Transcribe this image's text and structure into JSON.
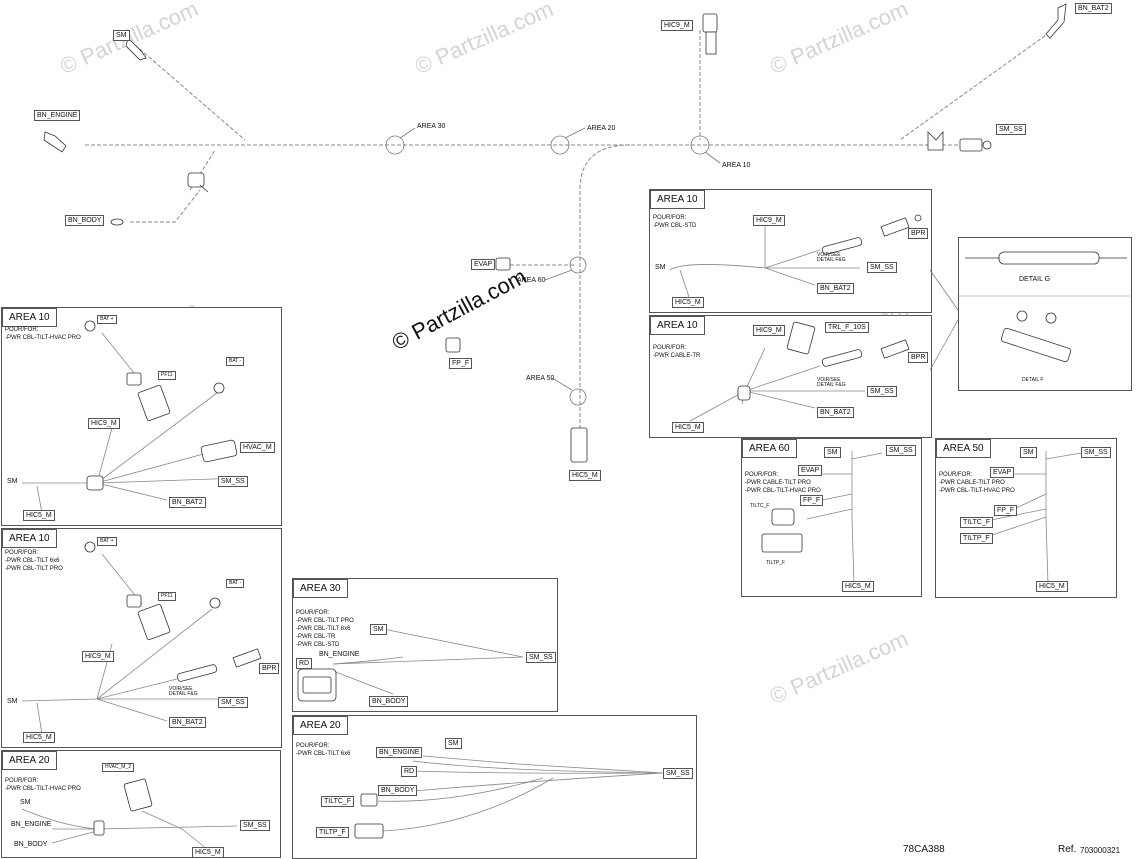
{
  "watermark": "© Partzilla.com",
  "brand_text": "© Partzilla.com",
  "footer": {
    "code": "78CA388",
    "ref_label": "Ref.",
    "ref_value": "703000321"
  },
  "main": {
    "labels": [
      "SM",
      "BN_ENGINE",
      "BN_BODY",
      "HIC9_M",
      "BN_BAT2",
      "SM_SS",
      "AREA 30",
      "AREA 20",
      "AREA 10",
      "EVAP",
      "AREA 60",
      "FP_F",
      "AREA 50",
      "HIC5_M"
    ]
  },
  "detail": {
    "g_title": "DETAIL G",
    "f_title": "DETAIL F"
  },
  "panels": {
    "a10_std": {
      "title": "AREA 10",
      "pour": "POUR/FOR:\n-PWR CBL-STD",
      "labels": [
        "HIC9_M",
        "BPR",
        "SM",
        "SM_SS",
        "BN_BAT2",
        "HIC5_M"
      ],
      "note": "VOIR/SEE\nDETAIL F&G"
    },
    "a10_tr": {
      "title": "AREA 10",
      "pour": "POUR/FOR:\n-PWR CABLE-TR",
      "labels": [
        "HIC9_M",
        "TRL_F_10S",
        "BPR",
        "SM_SS",
        "BN_BAT2",
        "HIC5_M"
      ],
      "note": "VOIR/SEE\nDETAIL F&G"
    },
    "a60": {
      "title": "AREA 60",
      "pour": "POUR/FOR:\n-PWR CABLE-TILT PRO\n-PWR CBL-TILT-HVAC PRO",
      "labels": [
        "SM",
        "SM_SS",
        "EVAP",
        "FP_F",
        "TILTC_F",
        "TILTP_F",
        "HIC5_M"
      ]
    },
    "a50": {
      "title": "AREA 50",
      "pour": "POUR/FOR:\n-PWR CABLE-TILT PRO\n-PWR CBL-TILT-HVAC PRO",
      "labels": [
        "SM",
        "SM_SS",
        "EVAP",
        "FP_F",
        "TILTC_F",
        "TILTP_F",
        "HIC5_M"
      ]
    },
    "a10_hvac": {
      "title": "AREA 10",
      "pour": "POUR/FOR:\n-PWR CBL-TILT-HVAC PRO",
      "labels": [
        "BAT +",
        "PF11",
        "BAT -",
        "HIC9_M",
        "HVAC_M",
        "SM",
        "SM_SS",
        "BN_BAT2",
        "HIC5_M"
      ]
    },
    "a10_6x6": {
      "title": "AREA 10",
      "pour": "POUR/FOR:\n-PWR CBL-TILT 6x6\n-PWR CBL-TILT PRO",
      "labels": [
        "BAT +",
        "PF11",
        "BAT -",
        "BPR",
        "HIC9_M",
        "SM",
        "SM_SS",
        "BN_BAT2",
        "HIC5_M"
      ],
      "note": "VOIR/SEE\nDETAIL F&G"
    },
    "a20_hvac": {
      "title": "AREA 20",
      "pour": "POUR/FOR:\n-PWR CBL-TILT-HVAC PRO",
      "labels": [
        "HVAC_M_2",
        "SM",
        "BN_ENGINE",
        "SM_SS",
        "BN_BODY",
        "HIC5_M"
      ]
    },
    "a30": {
      "title": "AREA 30",
      "pour": "POUR/FOR:\n-PWR CBL-TILT PRO\n-PWR CBL-TILT 6x6\n-PWR CBL-TR\n-PWR CBL-STD",
      "labels": [
        "SM",
        "RD",
        "BN_ENGINE",
        "SM_SS",
        "BN_BODY"
      ]
    },
    "a20_6x6": {
      "title": "AREA 20",
      "pour": "POUR/FOR:\n-PWR CBL-TILT 6x6",
      "labels": [
        "SM",
        "BN_ENGINE",
        "RD",
        "SM_SS",
        "BN_BODY",
        "TILTC_F",
        "TILTP_F"
      ]
    }
  }
}
